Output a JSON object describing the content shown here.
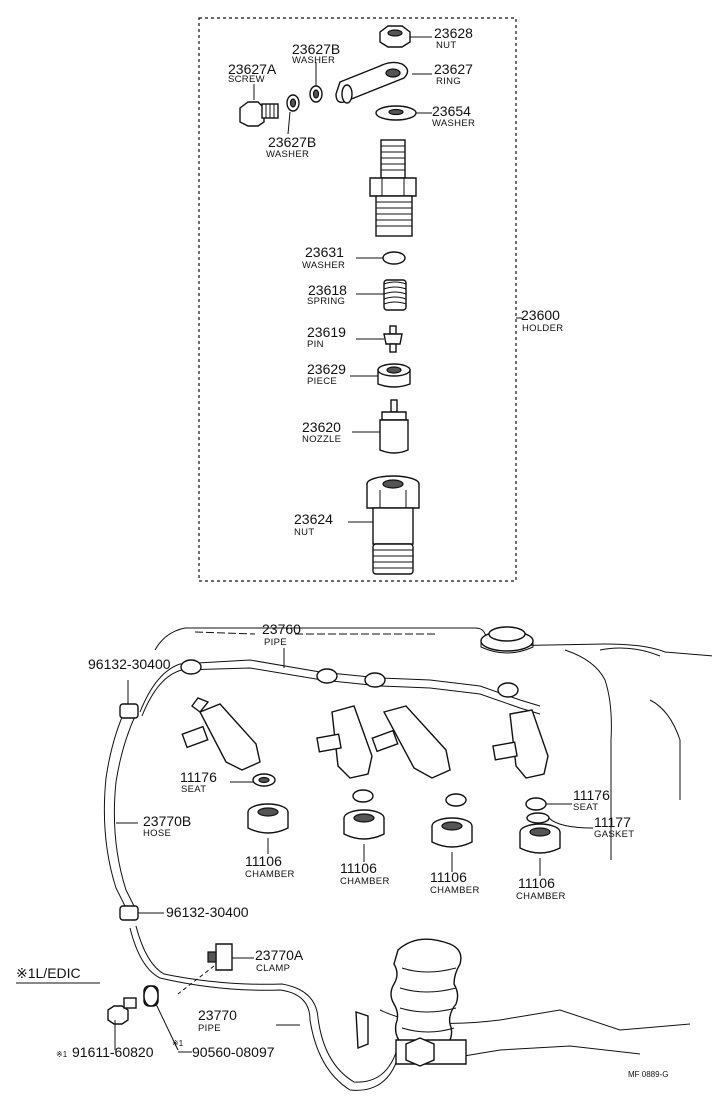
{
  "labels": {
    "p23628": {
      "num": "23628",
      "name": "NUT"
    },
    "p23627B_top": {
      "num": "23627B",
      "name": "WASHER"
    },
    "p23627A": {
      "num": "23627A",
      "name": "SCREW"
    },
    "p23627": {
      "num": "23627",
      "name": "RING"
    },
    "p23654": {
      "num": "23654",
      "name": "WASHER"
    },
    "p23627B_bot": {
      "num": "23627B",
      "name": "WASHER"
    },
    "p23631": {
      "num": "23631",
      "name": "WASHER"
    },
    "p23618": {
      "num": "23618",
      "name": "SPRING"
    },
    "p23600": {
      "num": "23600",
      "name": "HOLDER"
    },
    "p23619": {
      "num": "23619",
      "name": "PIN"
    },
    "p23629": {
      "num": "23629",
      "name": "PIECE"
    },
    "p23620": {
      "num": "23620",
      "name": "NOZZLE"
    },
    "p23624": {
      "num": "23624",
      "name": "NUT"
    },
    "p23760": {
      "num": "23760",
      "name": "PIPE"
    },
    "p96132_top": {
      "num": "96132-30400"
    },
    "p11176_left": {
      "num": "11176",
      "name": "SEAT"
    },
    "p23770B": {
      "num": "23770B",
      "name": "HOSE"
    },
    "p11106_a": {
      "num": "11106",
      "name": "CHAMBER"
    },
    "p11106_b": {
      "num": "11106",
      "name": "CHAMBER"
    },
    "p11106_c": {
      "num": "11106",
      "name": "CHAMBER"
    },
    "p11106_d": {
      "num": "11106",
      "name": "CHAMBER"
    },
    "p11176_right": {
      "num": "11176",
      "name": "SEAT"
    },
    "p11177": {
      "num": "11177",
      "name": "GASKET"
    },
    "p96132_bot": {
      "num": "96132-30400"
    },
    "p23770A": {
      "num": "23770A",
      "name": "CLAMP"
    },
    "p23770": {
      "num": "23770",
      "name": "PIPE"
    },
    "p91611": {
      "num": "91611-60820",
      "mark": "※1"
    },
    "p90560": {
      "num": "90560-08097",
      "mark": "※1"
    }
  },
  "note": {
    "text": "※1L/EDIC"
  },
  "footer": {
    "code": "MF 0889-G"
  }
}
